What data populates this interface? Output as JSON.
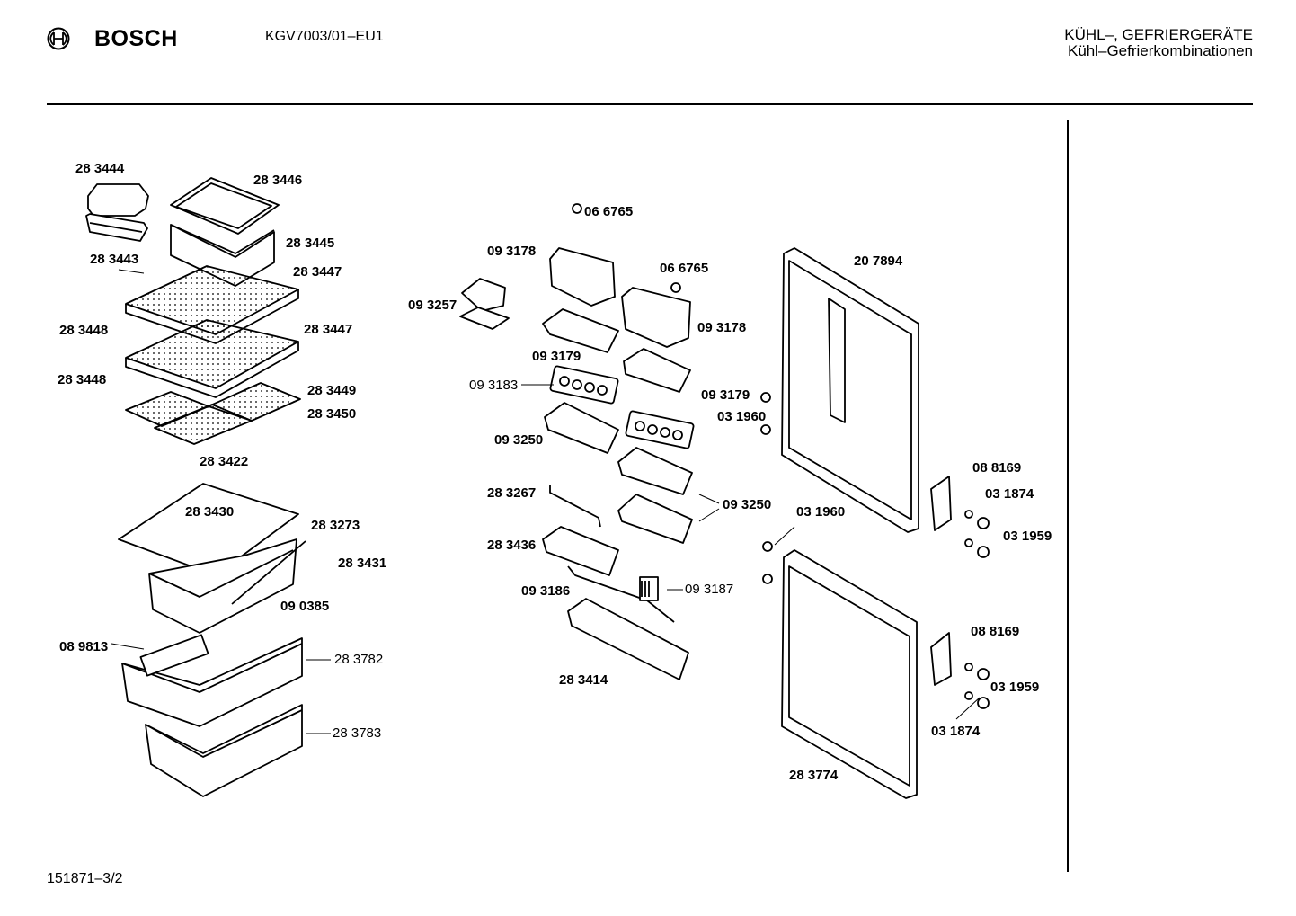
{
  "header": {
    "brand": "BOSCH",
    "model": "KGV7003/01–EU1",
    "category_line1": "KÜHL–, GEFRIERGERÄTE",
    "category_line2": "Kühl–Gefrierkombinationen"
  },
  "footer": {
    "document_number": "151871–3/2"
  },
  "parts": [
    "28 3444",
    "28 3446",
    "28 3443",
    "28 3445",
    "28 3447",
    "28 3448",
    "28 3447",
    "28 3448",
    "28 3449",
    "28 3450",
    "28 3422",
    "28 3430",
    "28 3273",
    "28 3431",
    "09 0385",
    "08 9813",
    "28 3782",
    "28 3783",
    "06 6765",
    "09 3178",
    "06 6765",
    "09 3257",
    "09 3178",
    "09 3179",
    "09 3183",
    "09 3179",
    "03 1960",
    "09 3250",
    "28 3267",
    "09 3250",
    "28 3436",
    "09 3186",
    "09 3187",
    "28 3414",
    "20 7894",
    "08 8169",
    "03 1874",
    "03 1960",
    "03 1959",
    "08 8169",
    "03 1959",
    "03 1874",
    "28 3774"
  ]
}
